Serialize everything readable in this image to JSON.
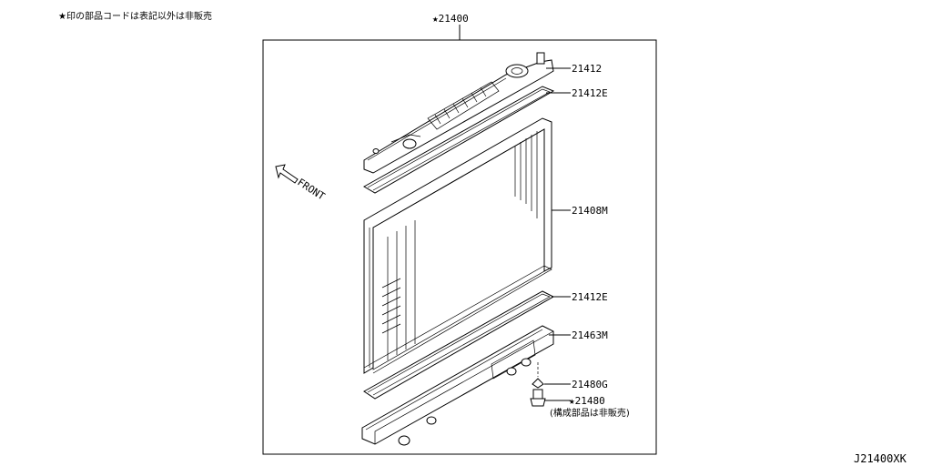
{
  "header_note": "★印の部品コードは表記以外は非販売",
  "assembly_label": "★21400",
  "front_label": "FRONT",
  "diagram_code": "J21400XK",
  "parts": [
    {
      "id": "upper-tank",
      "label": "21412"
    },
    {
      "id": "upper-gasket",
      "label": "21412E"
    },
    {
      "id": "core",
      "label": "21408M"
    },
    {
      "id": "lower-gasket",
      "label": "21412E"
    },
    {
      "id": "lower-tank",
      "label": "21463M"
    },
    {
      "id": "drain-gasket",
      "label": "21480G"
    },
    {
      "id": "drain-cock",
      "label": "★21480"
    },
    {
      "id": "drain-cock-note",
      "label": "(構成部品は非販売)"
    }
  ]
}
